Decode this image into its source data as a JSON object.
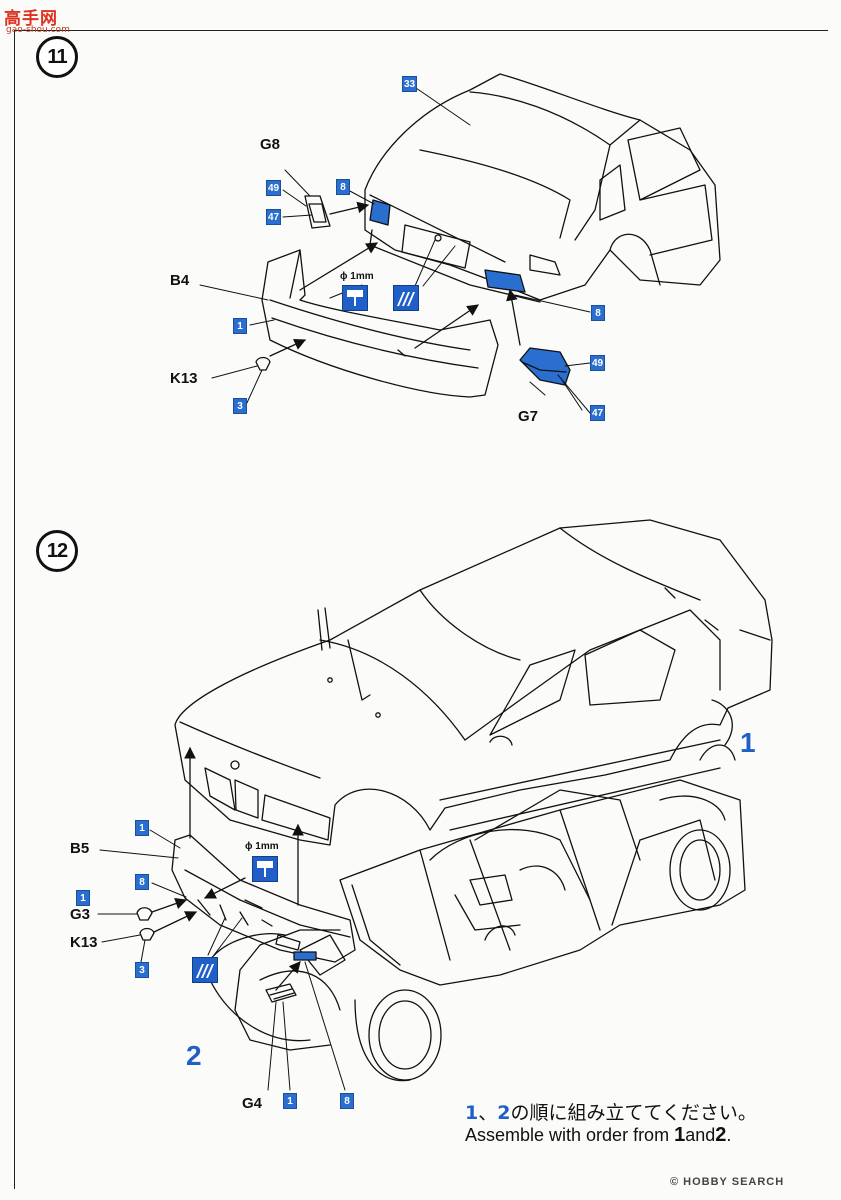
{
  "watermark": {
    "site": "高手网",
    "url": "gao-shou.com"
  },
  "step11": {
    "number": "11",
    "badges": {
      "b33": "33",
      "b49a": "49",
      "b47a": "47",
      "b8a": "8",
      "b8b": "8",
      "b1": "1",
      "b3": "3",
      "b49b": "49",
      "b47b": "47"
    },
    "labels": {
      "g8": "G8",
      "b4": "B4",
      "k13": "K13",
      "g7": "G7"
    },
    "diameter": "ϕ 1mm"
  },
  "step12": {
    "number": "12",
    "badges": {
      "b1a": "1",
      "b8a": "8",
      "b1b": "1",
      "b3": "3",
      "b1c": "1",
      "b8b": "8"
    },
    "labels": {
      "b5": "B5",
      "g3": "G3",
      "k13": "K13",
      "g4": "G4"
    },
    "diameter": "ϕ 1mm",
    "big": {
      "one": "1",
      "two": "2"
    }
  },
  "note": {
    "ja_n1": "1",
    "ja_sep": "、",
    "ja_n2": "2",
    "ja_text": "の順に組み立ててください。",
    "en_text": "Assemble with order from ",
    "en_n1": "1",
    "en_and": "and",
    "en_n2": "2",
    "en_end": "."
  },
  "credit": "© HOBBY SEARCH",
  "colors": {
    "accent": "#1f5fc7",
    "badge": "#2a6fd0",
    "ink": "#111111"
  }
}
